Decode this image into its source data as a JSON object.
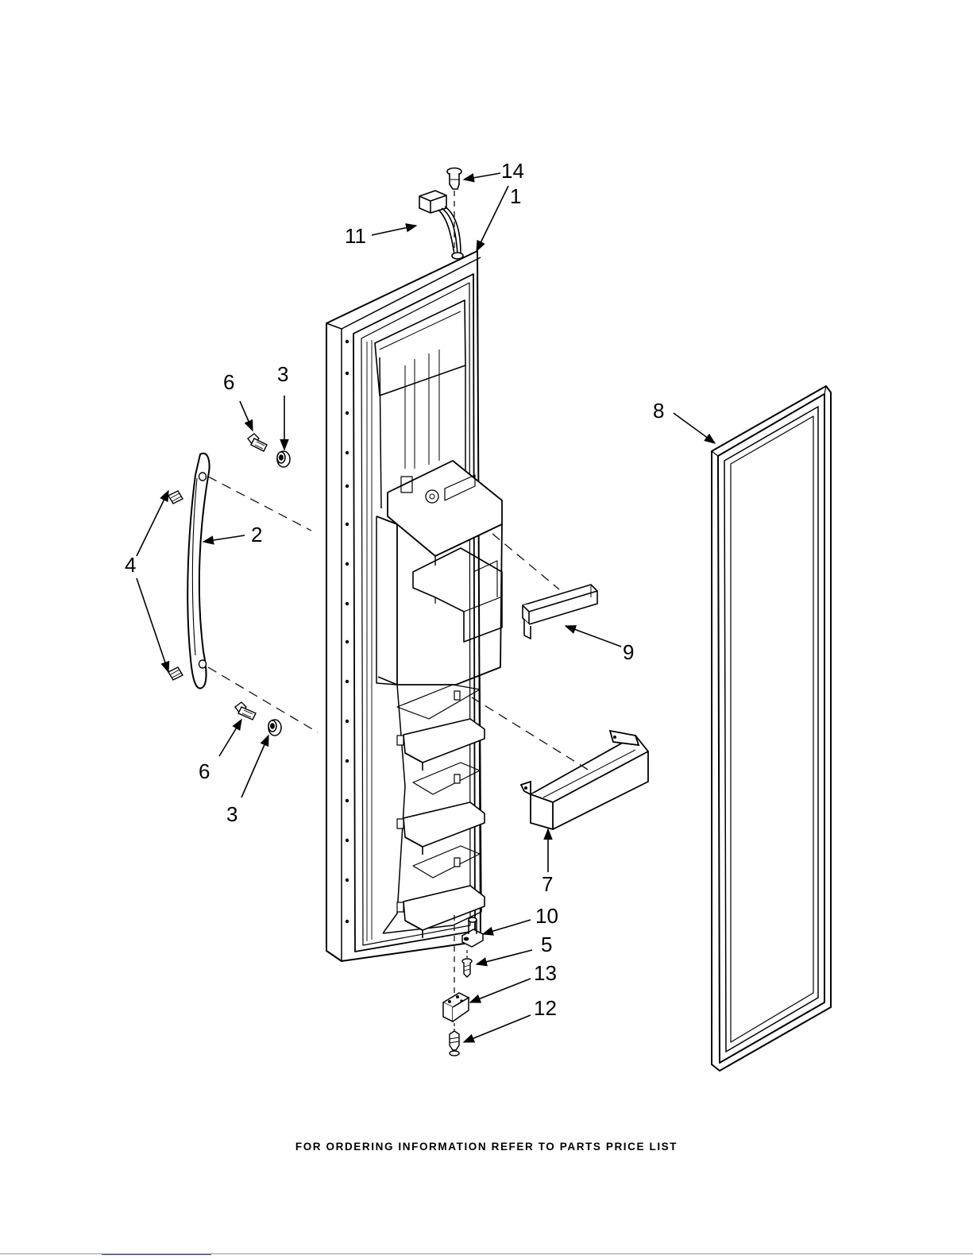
{
  "footer": {
    "text": "FOR ORDERING INFORMATION REFER TO PARTS PRICE LIST"
  },
  "callouts": [
    {
      "id": "c14",
      "label": "14"
    },
    {
      "id": "c1",
      "label": "1"
    },
    {
      "id": "c11",
      "label": "11"
    },
    {
      "id": "c6a",
      "label": "6"
    },
    {
      "id": "c3a",
      "label": "3"
    },
    {
      "id": "c8",
      "label": "8"
    },
    {
      "id": "c2",
      "label": "2"
    },
    {
      "id": "c4",
      "label": "4"
    },
    {
      "id": "c9",
      "label": "9"
    },
    {
      "id": "c6b",
      "label": "6"
    },
    {
      "id": "c3b",
      "label": "3"
    },
    {
      "id": "c7",
      "label": "7"
    },
    {
      "id": "c10",
      "label": "10"
    },
    {
      "id": "c5",
      "label": "5"
    },
    {
      "id": "c13",
      "label": "13"
    },
    {
      "id": "c12",
      "label": "12"
    }
  ]
}
